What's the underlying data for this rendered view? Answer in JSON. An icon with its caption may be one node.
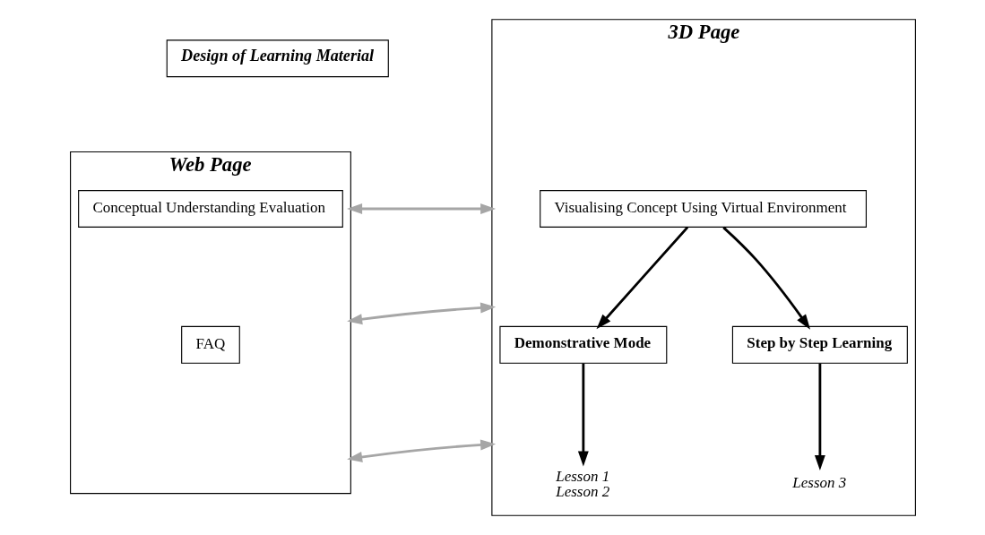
{
  "diagram": {
    "nodes": [
      {
        "text": [
          "Design of Learning Material"
        ]
      },
      {
        "text": [
          "3D Page"
        ]
      },
      {
        "text": [
          "Web Page"
        ]
      },
      {
        "text": [
          "Visualising Concept Using Virtual Environment"
        ],
        "in": 1
      },
      {
        "text": [
          "Demonstrative Mode"
        ],
        "in": 1
      },
      {
        "text": [
          "Step by Step Learning"
        ],
        "in": 1
      },
      {
        "text": [
          "Lesson 1",
          "Lesson 2"
        ],
        "in": 1
      },
      {
        "text": [
          "Lesson 3"
        ],
        "in": 1
      },
      {
        "text": [
          "Conceptual Understanding Evaluation"
        ],
        "in": 2
      },
      {
        "text": [
          "FAQ"
        ],
        "in": 2
      }
    ],
    "edges": [
      {
        "from": 3,
        "to": 4,
        "arrow": "to"
      },
      {
        "from": 3,
        "to": 5,
        "arrow": "to"
      },
      {
        "from": 4,
        "to": 6,
        "arrow": "to"
      },
      {
        "from": 5,
        "to": 7,
        "arrow": "to"
      },
      {
        "from": 1,
        "to": 2,
        "arrow": "both",
        "color": "#a6a6a6"
      },
      {
        "from": 1,
        "to": 2,
        "arrow": "both",
        "color": "#a6a6a6"
      },
      {
        "from": 1,
        "to": 2,
        "arrow": "both",
        "color": "#a6a6a6"
      }
    ]
  }
}
